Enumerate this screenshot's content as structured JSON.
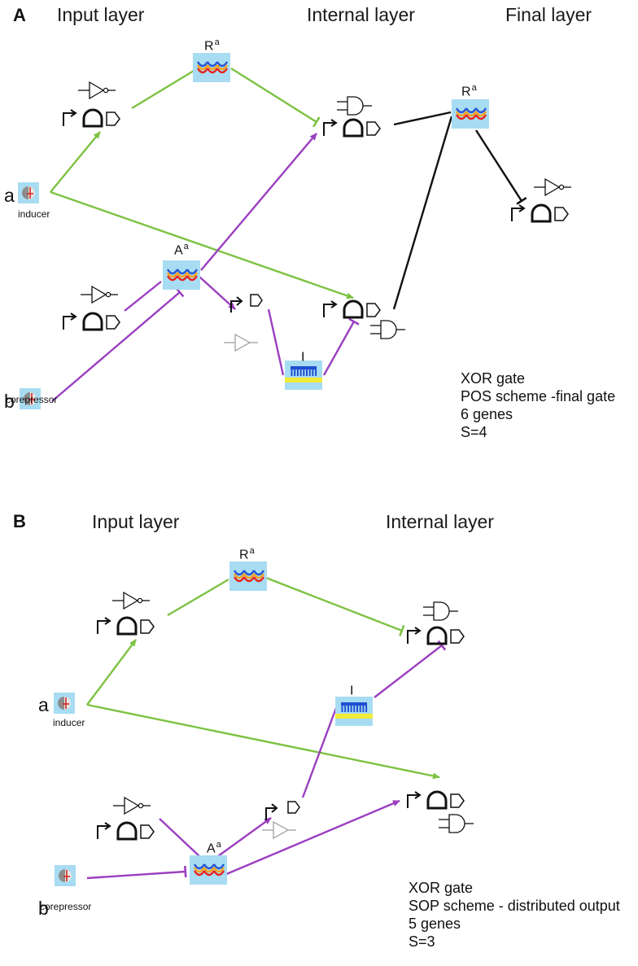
{
  "panels": [
    {
      "label": "A",
      "layers": [
        "Input layer",
        "Internal layer",
        "Final layer"
      ],
      "inputs": [
        {
          "name": "a",
          "note": "inducer"
        },
        {
          "name": "b",
          "note": "corepressor"
        }
      ],
      "proteins": [
        {
          "base": "R",
          "sup": "a"
        },
        {
          "base": "A",
          "sup": "a"
        },
        {
          "base": "I",
          "sup": ""
        },
        {
          "base": "R",
          "sup": "a"
        }
      ],
      "notes": [
        "XOR gate",
        "POS scheme -final gate",
        "6 genes",
        "S=4"
      ]
    },
    {
      "label": "B",
      "layers": [
        "Input layer",
        "Internal layer"
      ],
      "inputs": [
        {
          "name": "a",
          "note": "inducer"
        },
        {
          "name": "b",
          "note": "corepressor"
        }
      ],
      "proteins": [
        {
          "base": "R",
          "sup": "a"
        },
        {
          "base": "I",
          "sup": ""
        },
        {
          "base": "A",
          "sup": "a"
        }
      ],
      "notes": [
        "XOR gate",
        "SOP scheme - distributed output",
        "5 genes",
        "S=3"
      ]
    }
  ],
  "colors": {
    "activation": "#7dc242",
    "repression": "#9b3fc0",
    "final": "#111111",
    "box": "#a8dcf2",
    "wave_red": "#e8231f",
    "wave_orange": "#f6a21d",
    "wave_blue": "#2656d4",
    "inhibitor_bar": "#f1ea3a",
    "inhibitor_comb": "#1f4fd0",
    "molecule_grey": "#8c8c8c",
    "molecule_cross": "#d6281e",
    "gate_ghost": "#9a9a9a"
  },
  "icons": [
    "promoter-arrow-icon",
    "gene-dome-icon",
    "terminator-icon",
    "not-gate-icon",
    "and-gate-icon",
    "buffer-gate-icon",
    "regulator-protein-icon",
    "inhibitor-protein-icon",
    "signal-molecule-icon"
  ]
}
